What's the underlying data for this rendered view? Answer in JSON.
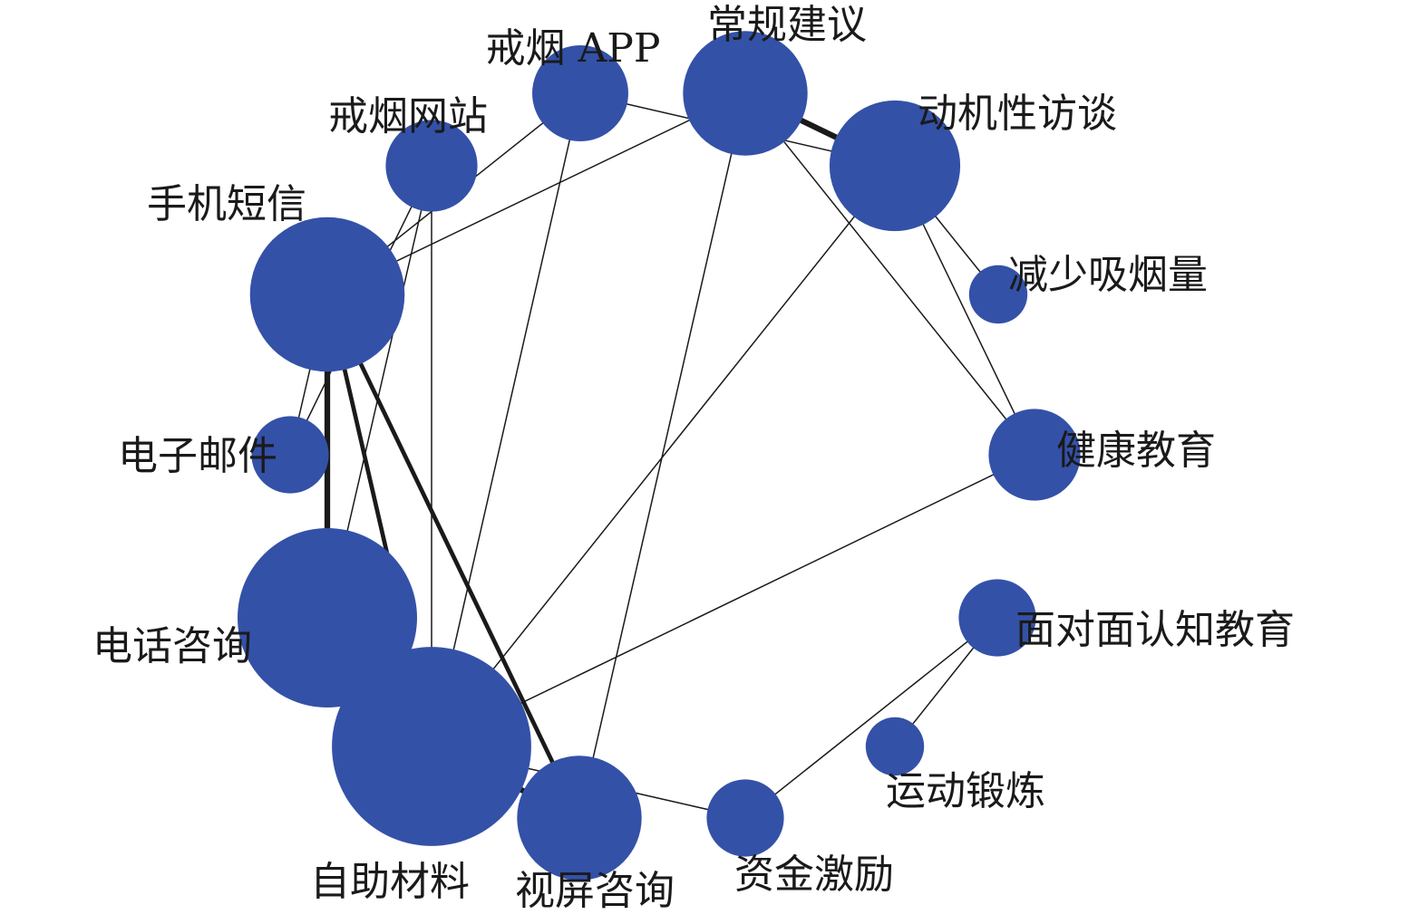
{
  "node_color": "#3451a8",
  "edge_color": "#1a1a1a",
  "nodes": [
    {
      "id": "app",
      "label": "戒烟 APP",
      "weight": 1.0
    },
    {
      "id": "routine",
      "label": "常规建议",
      "weight": 1.8
    },
    {
      "id": "mi",
      "label": "动机性访谈",
      "weight": 2.0
    },
    {
      "id": "reduce",
      "label": "减少吸烟量",
      "weight": 0.3
    },
    {
      "id": "health",
      "label": "健康教育",
      "weight": 0.9
    },
    {
      "id": "f2f",
      "label": "面对面认知教育",
      "weight": 0.6
    },
    {
      "id": "exercise",
      "label": "运动锻炼",
      "weight": 0.3
    },
    {
      "id": "finance",
      "label": "资金激励",
      "weight": 0.6
    },
    {
      "id": "video",
      "label": "视屏咨询",
      "weight": 1.8
    },
    {
      "id": "selfhelp",
      "label": "自助材料",
      "weight": 5.0
    },
    {
      "id": "phone",
      "label": "电话咨询",
      "weight": 4.0
    },
    {
      "id": "email",
      "label": "电子邮件",
      "weight": 0.6
    },
    {
      "id": "sms",
      "label": "手机短信",
      "weight": 2.9
    },
    {
      "id": "web",
      "label": "戒烟网站",
      "weight": 0.9
    }
  ],
  "edges": [
    {
      "source": "app",
      "target": "mi",
      "weight": 1
    },
    {
      "source": "app",
      "target": "sms",
      "weight": 1
    },
    {
      "source": "app",
      "target": "selfhelp",
      "weight": 1
    },
    {
      "source": "routine",
      "target": "mi",
      "weight": 4
    },
    {
      "source": "routine",
      "target": "sms",
      "weight": 1
    },
    {
      "source": "routine",
      "target": "video",
      "weight": 1
    },
    {
      "source": "routine",
      "target": "health",
      "weight": 1
    },
    {
      "source": "mi",
      "target": "reduce",
      "weight": 1
    },
    {
      "source": "mi",
      "target": "health",
      "weight": 1
    },
    {
      "source": "mi",
      "target": "selfhelp",
      "weight": 1
    },
    {
      "source": "health",
      "target": "selfhelp",
      "weight": 1
    },
    {
      "source": "f2f",
      "target": "exercise",
      "weight": 1
    },
    {
      "source": "f2f",
      "target": "finance",
      "weight": 1
    },
    {
      "source": "finance",
      "target": "selfhelp",
      "weight": 1
    },
    {
      "source": "web",
      "target": "email",
      "weight": 1
    },
    {
      "source": "web",
      "target": "phone",
      "weight": 1
    },
    {
      "source": "web",
      "target": "selfhelp",
      "weight": 1
    },
    {
      "source": "sms",
      "target": "email",
      "weight": 1
    },
    {
      "source": "sms",
      "target": "phone",
      "weight": 4
    },
    {
      "source": "sms",
      "target": "selfhelp",
      "weight": 3
    },
    {
      "source": "sms",
      "target": "video",
      "weight": 3
    },
    {
      "source": "phone",
      "target": "selfhelp",
      "weight": 3
    },
    {
      "source": "selfhelp",
      "target": "video",
      "weight": 4
    }
  ]
}
